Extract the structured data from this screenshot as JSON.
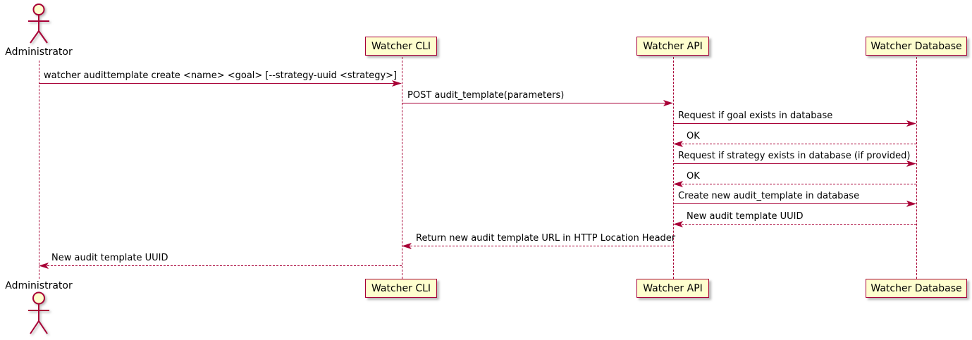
{
  "diagram": {
    "type": "sequence",
    "actor": {
      "name": "Administrator"
    },
    "participants": [
      {
        "id": "watcher-cli",
        "label": "Watcher CLI"
      },
      {
        "id": "watcher-api",
        "label": "Watcher API"
      },
      {
        "id": "watcher-database",
        "label": "Watcher Database"
      }
    ],
    "messages": [
      {
        "from": "Administrator",
        "to": "Watcher CLI",
        "style": "solid",
        "text": "watcher audittemplate create <name> <goal> [--strategy-uuid <strategy>]"
      },
      {
        "from": "Watcher CLI",
        "to": "Watcher API",
        "style": "solid",
        "text": "POST audit_template(parameters)"
      },
      {
        "from": "Watcher API",
        "to": "Watcher Database",
        "style": "solid",
        "text": "Request if goal exists in database"
      },
      {
        "from": "Watcher Database",
        "to": "Watcher API",
        "style": "dashed",
        "text": "OK"
      },
      {
        "from": "Watcher API",
        "to": "Watcher Database",
        "style": "solid",
        "text": "Request if strategy exists in database (if provided)"
      },
      {
        "from": "Watcher Database",
        "to": "Watcher API",
        "style": "dashed",
        "text": "OK"
      },
      {
        "from": "Watcher API",
        "to": "Watcher Database",
        "style": "solid",
        "text": "Create new audit_template in database"
      },
      {
        "from": "Watcher Database",
        "to": "Watcher API",
        "style": "dashed",
        "text": "New audit template UUID"
      },
      {
        "from": "Watcher API",
        "to": "Watcher CLI",
        "style": "dashed",
        "text": "Return new audit template URL in HTTP Location Header"
      },
      {
        "from": "Watcher CLI",
        "to": "Administrator",
        "style": "dashed",
        "text": "New audit template UUID"
      }
    ],
    "colors": {
      "line": "#A80036",
      "box_fill": "#FEFECE",
      "text": "#000000"
    }
  }
}
